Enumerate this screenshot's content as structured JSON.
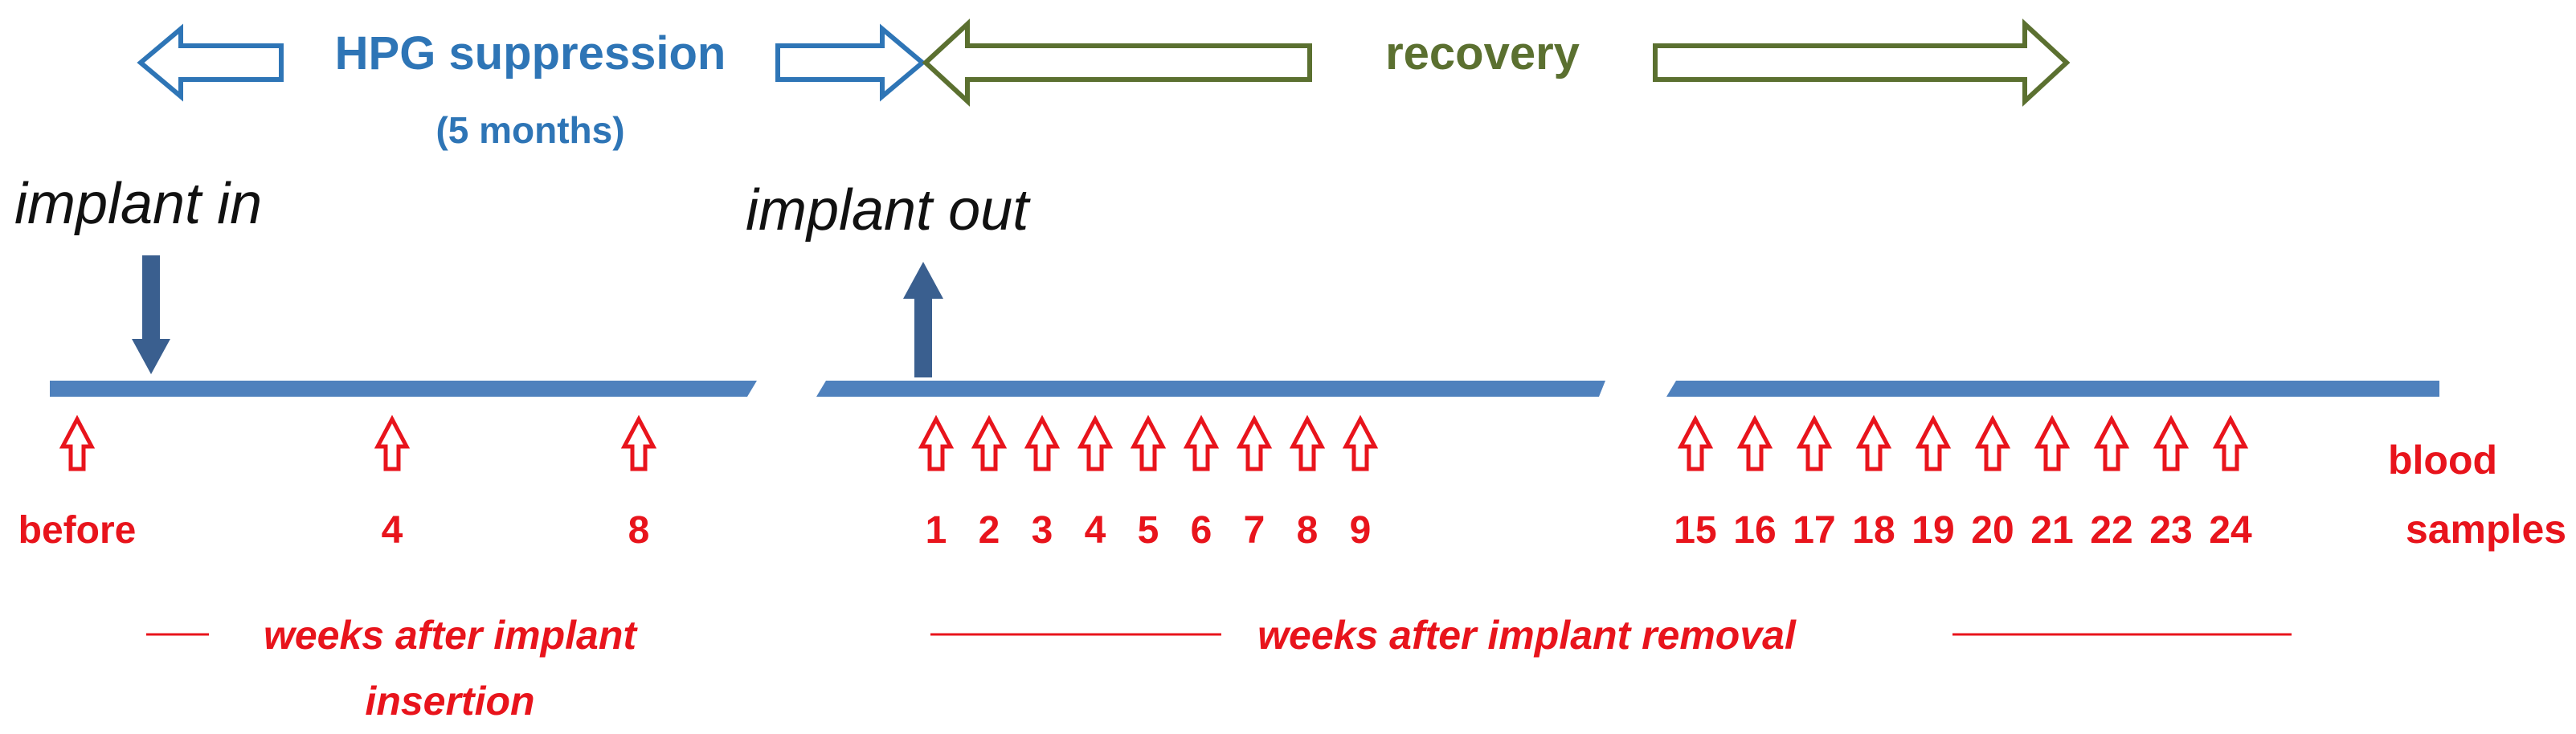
{
  "phases": {
    "suppression_label": "HPG suppression",
    "suppression_duration": "(5 months)",
    "recovery_label": "recovery"
  },
  "events": {
    "implant_in": "implant in",
    "implant_out": "implant out"
  },
  "samples": {
    "insertion_weeks": [
      "before",
      "4",
      "8"
    ],
    "removal_weeks_a": [
      "1",
      "2",
      "3",
      "4",
      "5",
      "6",
      "7",
      "8",
      "9"
    ],
    "removal_weeks_b": [
      "15",
      "16",
      "17",
      "18",
      "19",
      "20",
      "21",
      "22",
      "23",
      "24"
    ],
    "label_line1": "blood",
    "label_line2": "samples"
  },
  "captions": {
    "insertion_line1": "weeks after implant",
    "insertion_line2": "insertion",
    "removal": "weeks after implant removal"
  },
  "colors": {
    "suppression": "#2E75B6",
    "recovery": "#5B7030",
    "timeline": "#4F81BD",
    "implant_arrow": "#3A5F8F",
    "samples": "#E8141C"
  }
}
